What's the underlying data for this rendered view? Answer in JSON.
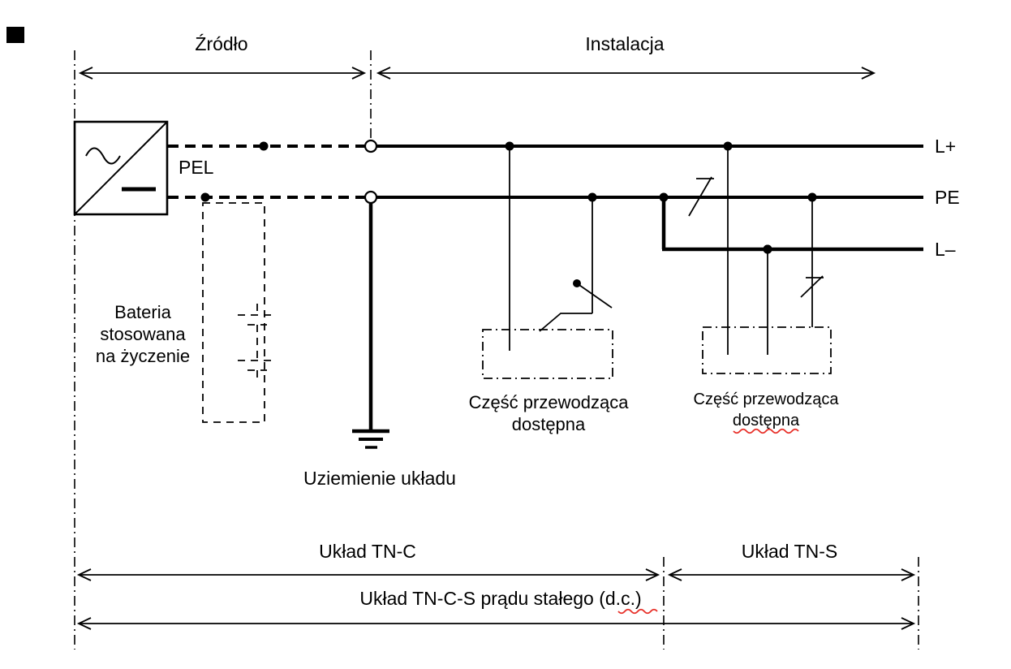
{
  "colors": {
    "diagram_line": "#000000",
    "spellcheck": "#e8312a",
    "background": "#ffffff"
  },
  "diagram": {
    "top": {
      "source_label": "Źródło",
      "installation_label": "Instalacja"
    },
    "conductors": {
      "pel": "PEL",
      "l_plus": "L+",
      "pe": "PE",
      "l_minus": "L–"
    },
    "battery_note": {
      "line1": "Bateria",
      "line2": "stosowana",
      "line3": "na życzenie"
    },
    "earthing_label": "Uziemienie układu",
    "exposed_part_left": {
      "line1": "Część przewodząca",
      "line2": "dostępna"
    },
    "exposed_part_right": {
      "line1": "Część przewodząca",
      "line2": "dostępna"
    },
    "bottom": {
      "tnc_label": "Układ TN-C",
      "tns_label": "Układ TN-S",
      "tncs_label_main": "Układ TN-C-S prądu stałego ",
      "tncs_label_dc": "(d.c.)"
    }
  }
}
